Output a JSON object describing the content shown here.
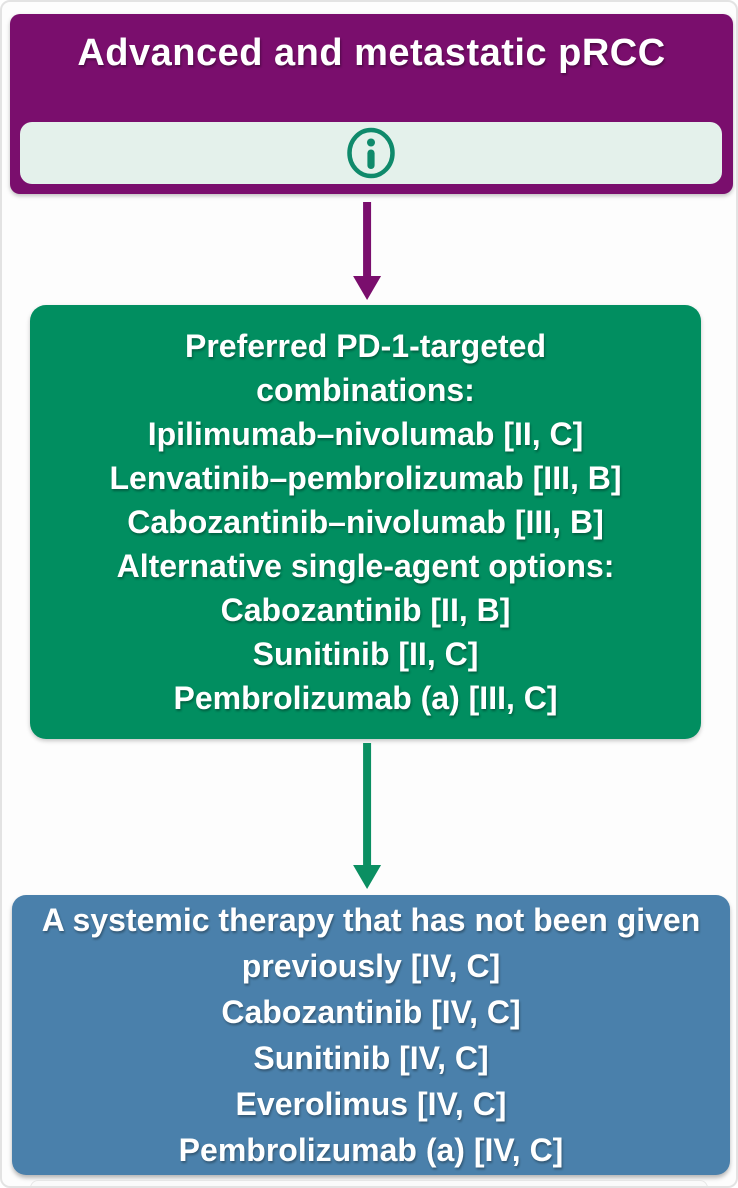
{
  "colors": {
    "purple": "#7a0e6d",
    "green": "#018e60",
    "blue": "#4a80ab",
    "mint_bar": "#e4f1eb",
    "info_icon_teal": "#0f8a6b",
    "text": "#ffffff"
  },
  "top_box": {
    "title": "Advanced and metastatic pRCC",
    "info_icon": "info-icon"
  },
  "middle_box": {
    "lines": [
      "Preferred PD-1-targeted",
      "combinations:",
      "Ipilimumab–nivolumab [II, C]",
      "Lenvatinib–pembrolizumab [III, B]",
      "Cabozantinib–nivolumab [III, B]",
      "Alternative single-agent options:",
      "Cabozantinib [II, B]",
      "Sunitinib [II, C]",
      "Pembrolizumab (a) [III, C]"
    ]
  },
  "bottom_box": {
    "lines": [
      "A systemic therapy that has not been given previously [IV, C]",
      "Cabozantinib [IV, C]",
      "Sunitinib [IV, C]",
      "Everolimus [IV, C]",
      "Pembrolizumab (a) [IV, C]"
    ]
  }
}
